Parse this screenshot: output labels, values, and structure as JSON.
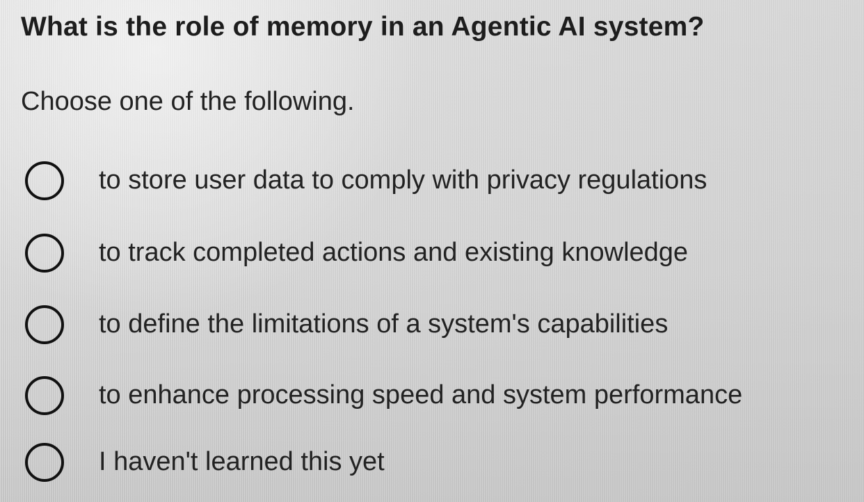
{
  "question": "What is the role of memory in an Agentic AI system?",
  "instruction": "Choose one of the following.",
  "options": [
    {
      "label": "to store user data to comply with privacy regulations",
      "selected": false
    },
    {
      "label": "to track completed actions and existing knowledge",
      "selected": false
    },
    {
      "label": "to define the limitations of a system's capabilities",
      "selected": false
    },
    {
      "label": "to enhance processing speed and system performance",
      "selected": false
    },
    {
      "label": "I haven't learned this yet",
      "selected": false
    }
  ],
  "colors": {
    "text": "#222222",
    "radio_border": "#111111",
    "background": "#dcdcdc"
  }
}
